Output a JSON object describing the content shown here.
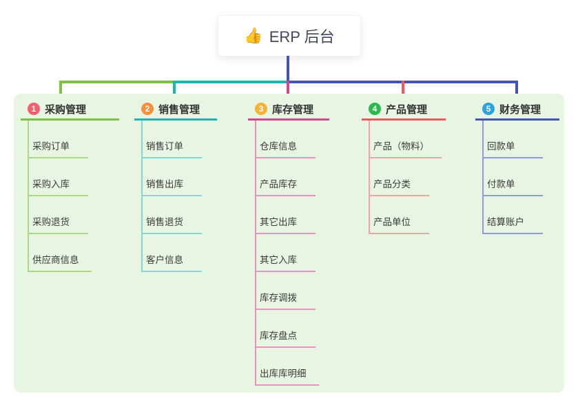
{
  "root": {
    "icon": "👍",
    "title": "ERP 后台"
  },
  "colors": {
    "page_bg": "#ffffff",
    "panel_bg": "#e8f5e2",
    "root_text": "#3d4757",
    "stem": "#4254b5"
  },
  "connector_segments": [
    {
      "name": "left-green",
      "color": "#7cc144"
    },
    {
      "name": "mid-teal",
      "color": "#16b8b0"
    },
    {
      "name": "right-indigo",
      "color": "#4254b5"
    }
  ],
  "branches": [
    {
      "number": "1",
      "title": "采购管理",
      "badge_color": "#f25f6d",
      "line_color": "#7cc144",
      "child_line_color": "#a9d983",
      "children": [
        "采购订单",
        "采购入库",
        "采购退货",
        "供应商信息"
      ]
    },
    {
      "number": "2",
      "title": "销售管理",
      "badge_color": "#f78f3d",
      "line_color": "#16b8b0",
      "child_line_color": "#7fd8d2",
      "children": [
        "销售订单",
        "销售出库",
        "销售退货",
        "客户信息"
      ]
    },
    {
      "number": "3",
      "title": "库存管理",
      "badge_color": "#f9b233",
      "line_color": "#d4458d",
      "child_line_color": "#ef8ebf",
      "children": [
        "仓库信息",
        "产品库存",
        "其它出库",
        "其它入库",
        "库存调拨",
        "库存盘点",
        "出库库明细"
      ]
    },
    {
      "number": "4",
      "title": "产品管理",
      "badge_color": "#2db84e",
      "line_color": "#f5555d",
      "child_line_color": "#f9a0a4",
      "children": [
        "产品（物料）",
        "产品分类",
        "产品单位"
      ]
    },
    {
      "number": "5",
      "title": "财务管理",
      "badge_color": "#2ba3dc",
      "line_color": "#4254b5",
      "child_line_color": "#8d9cd9",
      "children": [
        "回款单",
        "付款单",
        "结算账户"
      ]
    }
  ]
}
